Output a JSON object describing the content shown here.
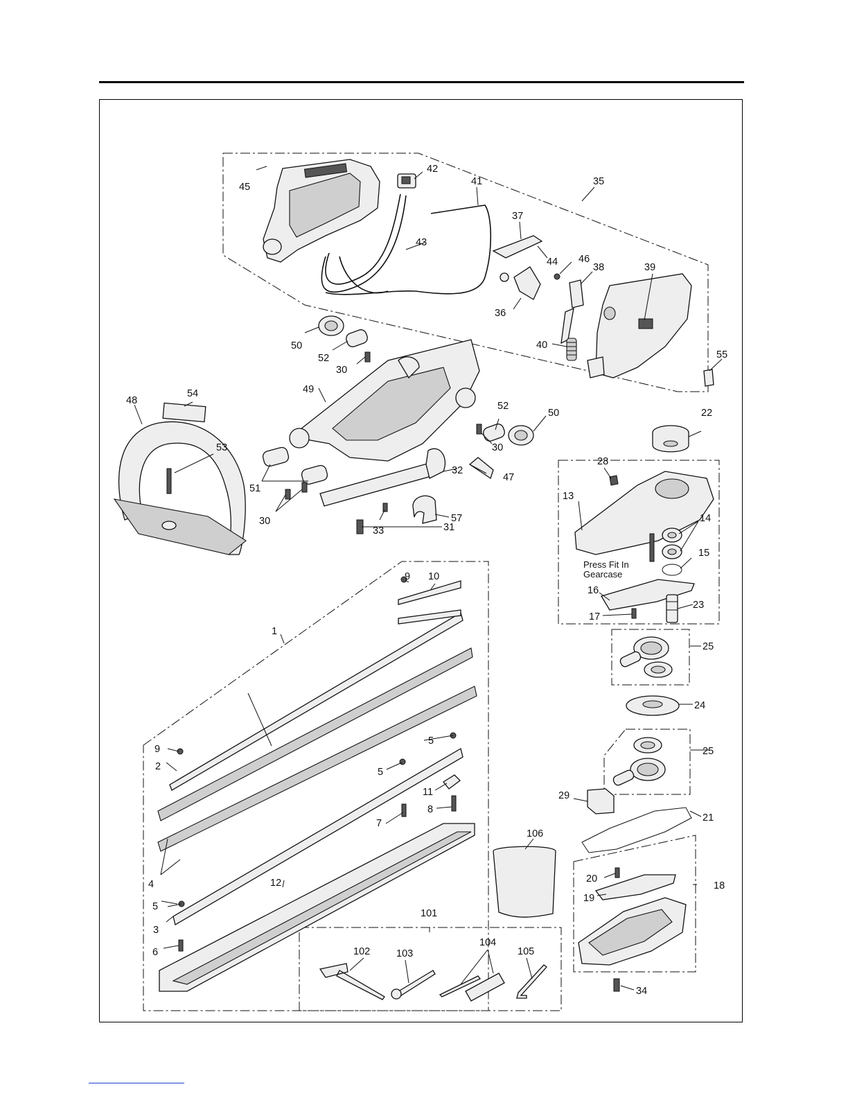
{
  "labels": [
    {
      "id": "1",
      "text": "1"
    },
    {
      "id": "2",
      "text": "2"
    },
    {
      "id": "3",
      "text": "3"
    },
    {
      "id": "4",
      "text": "4"
    },
    {
      "id": "5a",
      "text": "5"
    },
    {
      "id": "5b",
      "text": "5"
    },
    {
      "id": "5c",
      "text": "5"
    },
    {
      "id": "6",
      "text": "6"
    },
    {
      "id": "7",
      "text": "7"
    },
    {
      "id": "8",
      "text": "8"
    },
    {
      "id": "9a",
      "text": "9"
    },
    {
      "id": "9b",
      "text": "9"
    },
    {
      "id": "10",
      "text": "10"
    },
    {
      "id": "11",
      "text": "11"
    },
    {
      "id": "12",
      "text": "12"
    },
    {
      "id": "13",
      "text": "13"
    },
    {
      "id": "14",
      "text": "14"
    },
    {
      "id": "15",
      "text": "15"
    },
    {
      "id": "16",
      "text": "16"
    },
    {
      "id": "17",
      "text": "17"
    },
    {
      "id": "18",
      "text": "18"
    },
    {
      "id": "19",
      "text": "19"
    },
    {
      "id": "20",
      "text": "20"
    },
    {
      "id": "21",
      "text": "21"
    },
    {
      "id": "22",
      "text": "22"
    },
    {
      "id": "23",
      "text": "23"
    },
    {
      "id": "24",
      "text": "24"
    },
    {
      "id": "25a",
      "text": "25"
    },
    {
      "id": "25b",
      "text": "25"
    },
    {
      "id": "28",
      "text": "28"
    },
    {
      "id": "29",
      "text": "29"
    },
    {
      "id": "30a",
      "text": "30"
    },
    {
      "id": "30b",
      "text": "30"
    },
    {
      "id": "30c",
      "text": "30"
    },
    {
      "id": "31",
      "text": "31"
    },
    {
      "id": "32",
      "text": "32"
    },
    {
      "id": "33",
      "text": "33"
    },
    {
      "id": "34",
      "text": "34"
    },
    {
      "id": "35",
      "text": "35"
    },
    {
      "id": "36",
      "text": "36"
    },
    {
      "id": "37",
      "text": "37"
    },
    {
      "id": "38",
      "text": "38"
    },
    {
      "id": "39",
      "text": "39"
    },
    {
      "id": "40",
      "text": "40"
    },
    {
      "id": "41",
      "text": "41"
    },
    {
      "id": "42",
      "text": "42"
    },
    {
      "id": "43",
      "text": "43"
    },
    {
      "id": "44",
      "text": "44"
    },
    {
      "id": "45",
      "text": "45"
    },
    {
      "id": "46",
      "text": "46"
    },
    {
      "id": "47",
      "text": "47"
    },
    {
      "id": "48",
      "text": "48"
    },
    {
      "id": "49",
      "text": "49"
    },
    {
      "id": "50a",
      "text": "50"
    },
    {
      "id": "50b",
      "text": "50"
    },
    {
      "id": "51",
      "text": "51"
    },
    {
      "id": "52a",
      "text": "52"
    },
    {
      "id": "52b",
      "text": "52"
    },
    {
      "id": "53",
      "text": "53"
    },
    {
      "id": "54",
      "text": "54"
    },
    {
      "id": "55",
      "text": "55"
    },
    {
      "id": "57",
      "text": "57"
    },
    {
      "id": "101",
      "text": "101"
    },
    {
      "id": "102",
      "text": "102"
    },
    {
      "id": "103",
      "text": "103"
    },
    {
      "id": "104",
      "text": "104"
    },
    {
      "id": "105",
      "text": "105"
    },
    {
      "id": "106",
      "text": "106"
    }
  ],
  "note": {
    "line1": "Press Fit In",
    "line2": "Gearcase"
  }
}
